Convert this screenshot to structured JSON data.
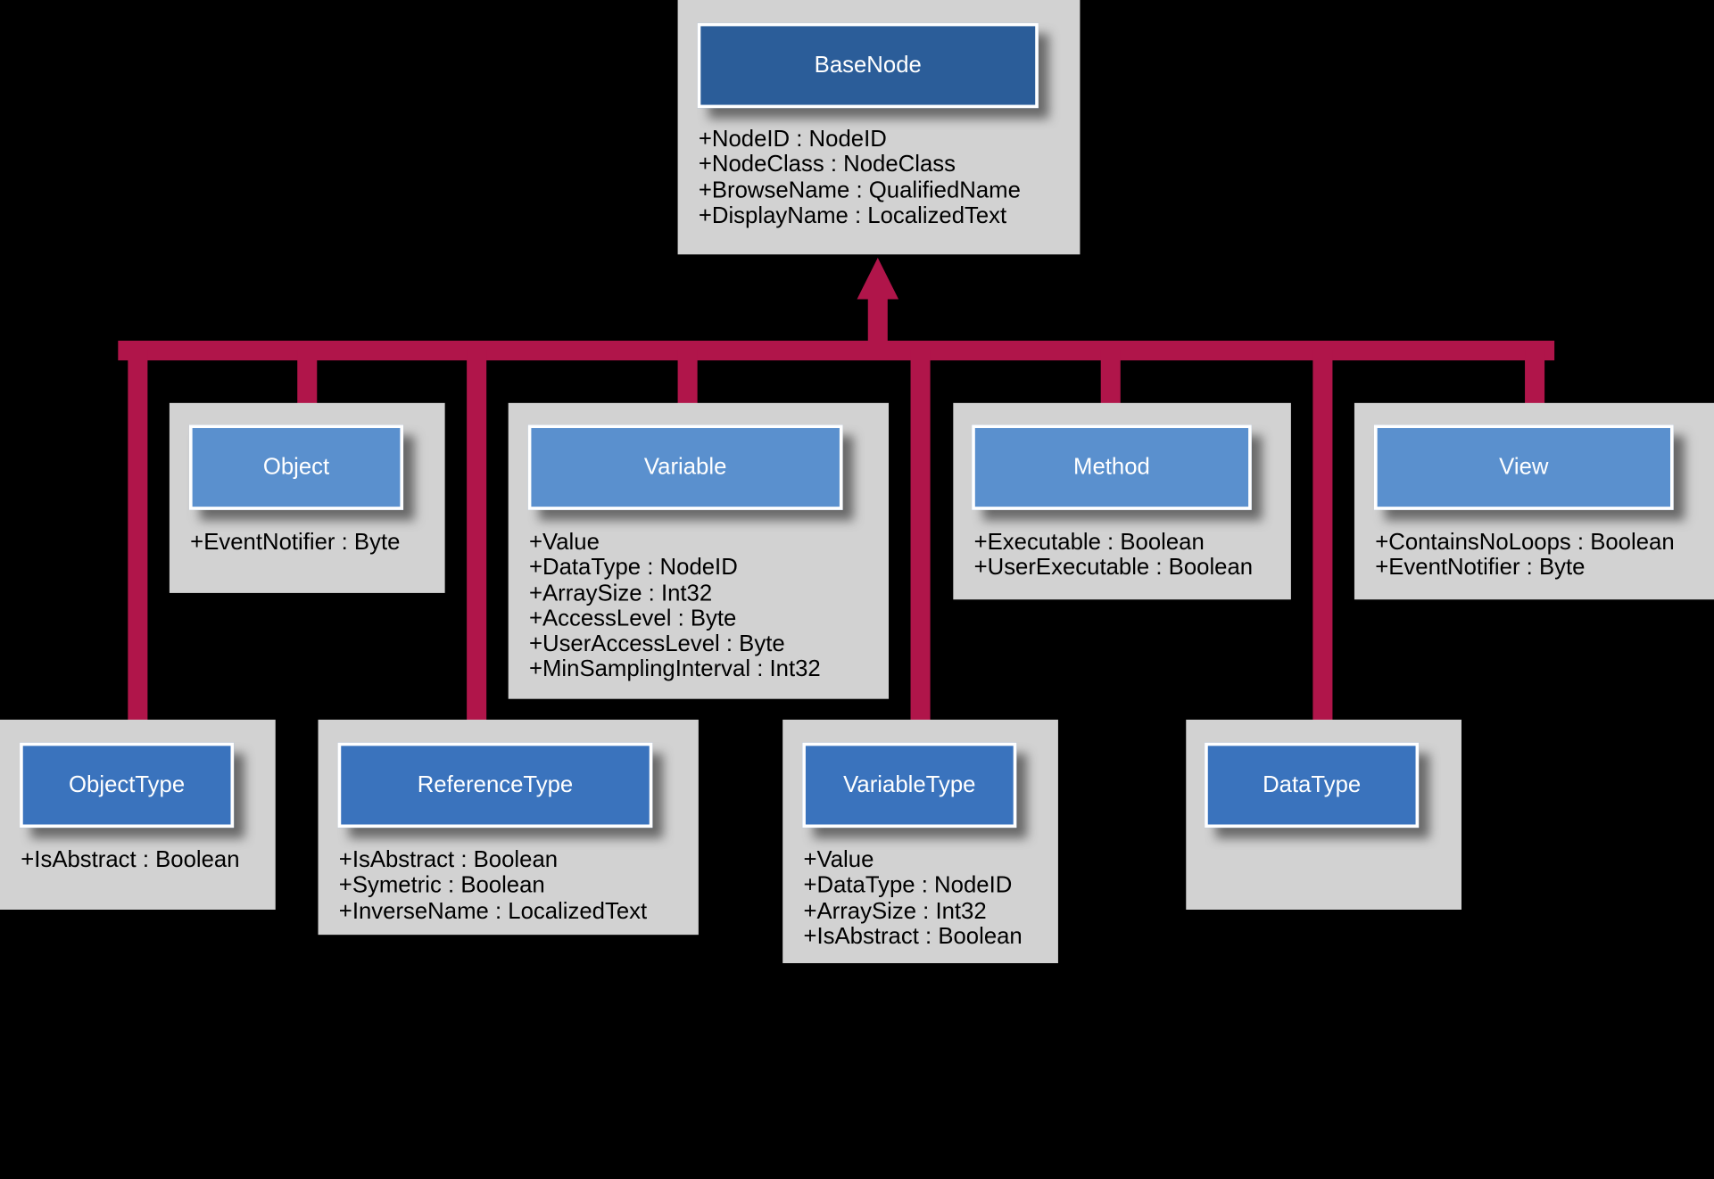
{
  "colors": {
    "background": "#000000",
    "box_fill": "#d2d2d2",
    "connector": "#b0154a",
    "title_root": "#2b5d99",
    "title_instance": "#5a90ce",
    "title_type": "#3a73bd",
    "title_border": "#ffffff"
  },
  "nodes": {
    "base_node": {
      "title": "BaseNode",
      "attributes": [
        "+NodeID : NodeID",
        "+NodeClass : NodeClass",
        "+BrowseName : QualifiedName",
        "+DisplayName : LocalizedText"
      ]
    },
    "object": {
      "title": "Object",
      "attributes": [
        "+EventNotifier : Byte"
      ]
    },
    "variable": {
      "title": "Variable",
      "attributes": [
        "+Value",
        "+DataType : NodeID",
        "+ArraySize : Int32",
        "+AccessLevel : Byte",
        "+UserAccessLevel : Byte",
        "+MinSamplingInterval : Int32"
      ]
    },
    "method": {
      "title": "Method",
      "attributes": [
        "+Executable : Boolean",
        "+UserExecutable : Boolean"
      ]
    },
    "view": {
      "title": "View",
      "attributes": [
        "+ContainsNoLoops : Boolean",
        "+EventNotifier : Byte"
      ]
    },
    "object_type": {
      "title": "ObjectType",
      "attributes": [
        "+IsAbstract : Boolean"
      ]
    },
    "reference_type": {
      "title": "ReferenceType",
      "attributes": [
        "+IsAbstract : Boolean",
        "+Symetric : Boolean",
        "+InverseName : LocalizedText"
      ]
    },
    "variable_type": {
      "title": "VariableType",
      "attributes": [
        "+Value",
        "+DataType : NodeID",
        "+ArraySize : Int32",
        "+IsAbstract : Boolean"
      ]
    },
    "data_type": {
      "title": "DataType",
      "attributes": []
    }
  }
}
